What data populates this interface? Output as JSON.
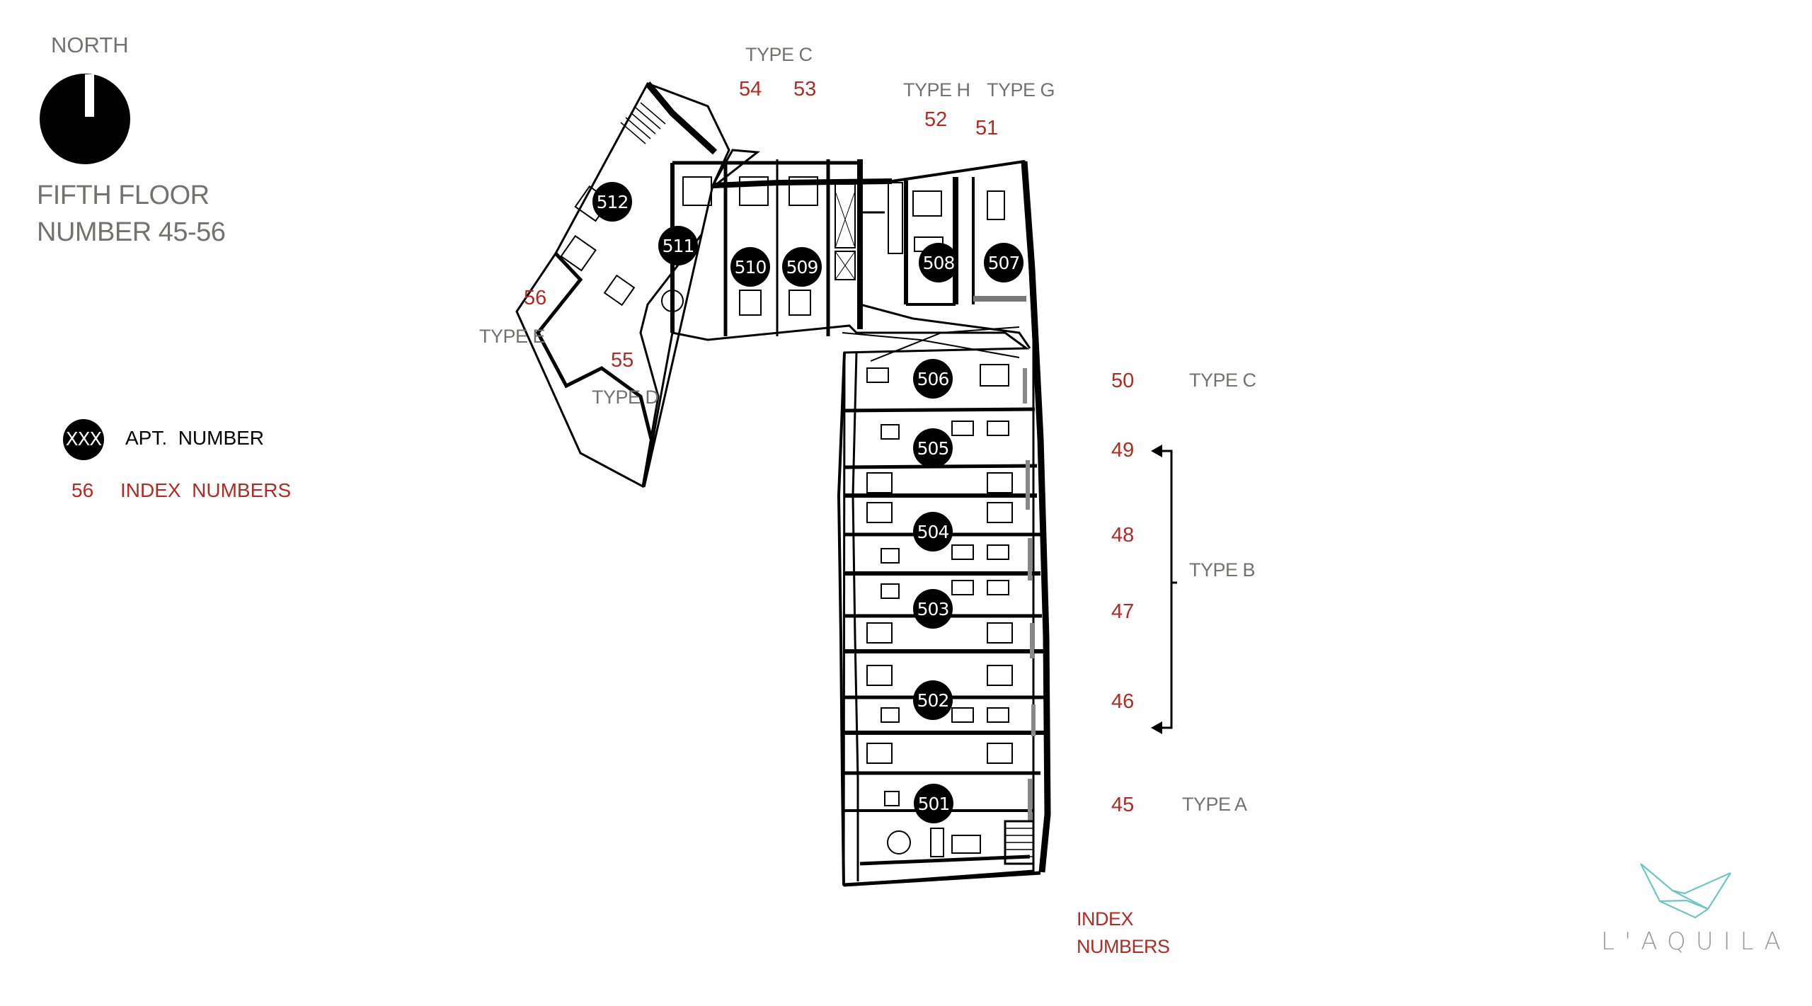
{
  "header": {
    "north_label": "NORTH",
    "floor_title": "FIFTH FLOOR",
    "floor_subtitle": "NUMBER 45-56"
  },
  "legend": {
    "apt_sample": "XXX",
    "apt_label": "APT.  NUMBER",
    "index_sample": "56",
    "index_label": "INDEX  NUMBERS"
  },
  "apartments": [
    {
      "number": "512",
      "index": "56",
      "type": "TYPE E"
    },
    {
      "number": "511",
      "index": "55",
      "type": "TYPE D"
    },
    {
      "number": "510",
      "index": "54",
      "type": "TYPE C"
    },
    {
      "number": "509",
      "index": "53",
      "type": "TYPE C"
    },
    {
      "number": "508",
      "index": "52",
      "type": "TYPE H"
    },
    {
      "number": "507",
      "index": "51",
      "type": "TYPE G"
    },
    {
      "number": "506",
      "index": "50",
      "type": "TYPE C"
    },
    {
      "number": "505",
      "index": "49",
      "type": "TYPE B"
    },
    {
      "number": "504",
      "index": "48",
      "type": "TYPE B"
    },
    {
      "number": "503",
      "index": "47",
      "type": "TYPE B"
    },
    {
      "number": "502",
      "index": "46",
      "type": "TYPE B"
    },
    {
      "number": "501",
      "index": "45",
      "type": "TYPE A"
    }
  ],
  "type_labels": {
    "type_c_top": "TYPE C",
    "type_h": "TYPE H",
    "type_g": "TYPE G",
    "type_e": "TYPE E",
    "type_d": "TYPE D",
    "type_c_right": "TYPE C",
    "type_b": "TYPE B",
    "type_a": "TYPE A"
  },
  "index_caption": {
    "line1": "INDEX",
    "line2": "NUMBERS"
  },
  "brand": {
    "name": "L'AQUILA",
    "accent_color": "#6cc7c2"
  },
  "colors": {
    "index_red": "#b22a22",
    "label_gray": "#767171",
    "marker_black": "#000000"
  }
}
